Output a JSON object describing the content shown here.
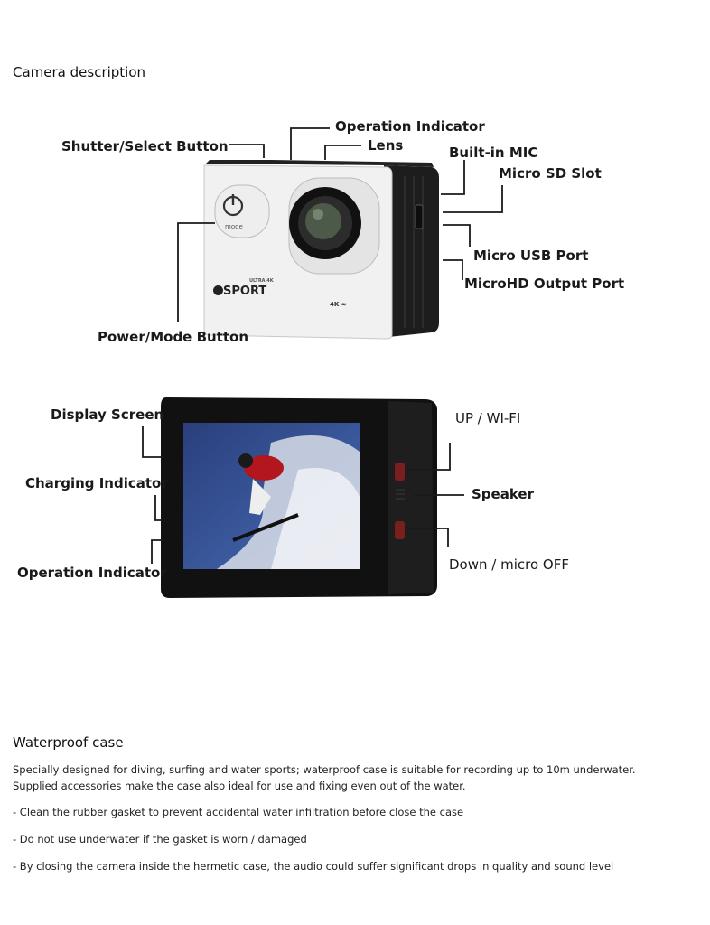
{
  "sections": {
    "camera": {
      "title": "Camera description"
    },
    "waterproof": {
      "title": "Waterproof case",
      "intro_line1": "Specially designed for diving, surfing and water sports; waterproof case is suitable for recording up to 10m underwater.",
      "intro_line2": "Supplied accessories make the case also ideal for use and fixing even out of the water.",
      "bullets": [
        "- Clean the rubber gasket to prevent accidental water infiltration before close the case",
        "- Do not use underwater if the gasket is worn / damaged",
        "- By closing the camera inside the hermetic case, the audio could suffer significant drops in quality and sound level"
      ]
    }
  },
  "front_view": {
    "callouts": {
      "operation_indicator": "Operation Indicator",
      "shutter_select": "Shutter/Select Button",
      "lens": "Lens",
      "builtin_mic": "Built-in MIC",
      "micro_sd": "Micro SD Slot",
      "micro_usb": "Micro USB Port",
      "microhd": "MicroHD Output Port",
      "power_mode": "Power/Mode Button"
    },
    "camera_print": {
      "mode_label": "mode",
      "brand": "SPORT",
      "ultra": "ULTRA 4K",
      "fourk": "4K"
    }
  },
  "back_view": {
    "callouts": {
      "display_screen": "Display Screen",
      "charging_indicator": "Charging Indicator",
      "operation_indicator": "Operation Indicator",
      "up_wifi": "UP / WI-FI",
      "speaker": "Speaker",
      "down_off": "Down / micro OFF"
    }
  }
}
